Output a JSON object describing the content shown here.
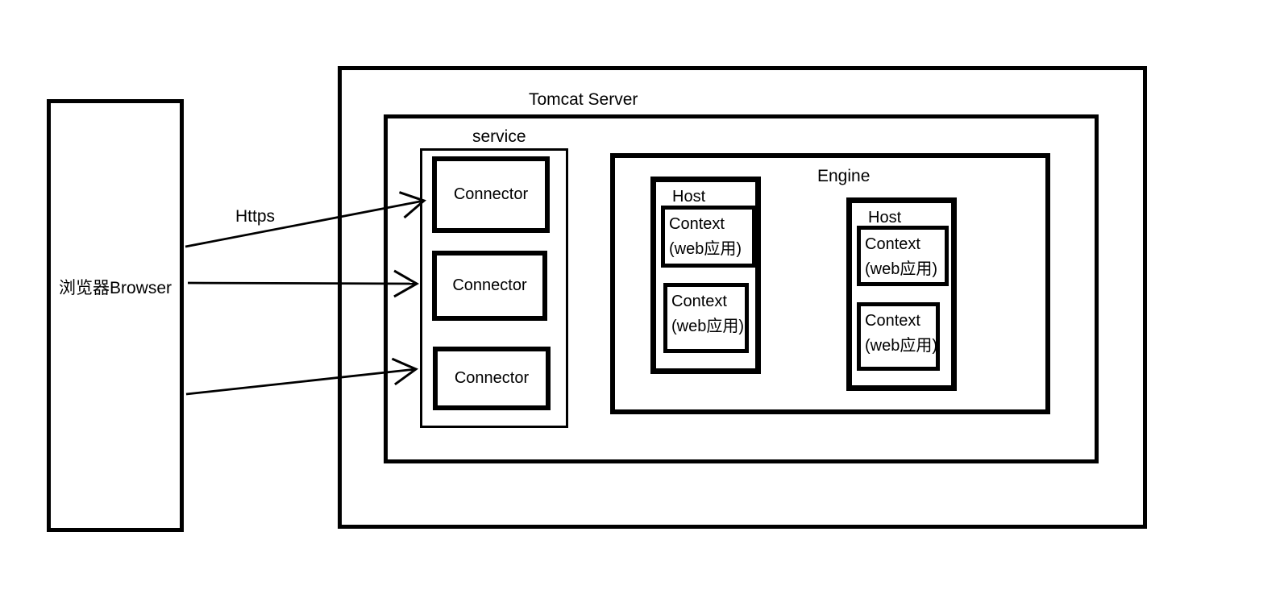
{
  "diagram": {
    "browser": {
      "label": "浏览器Browser"
    },
    "https_label": "Https",
    "tomcat": {
      "title": "Tomcat Server"
    },
    "service": {
      "label": "service",
      "connectors": [
        {
          "label": "Connector"
        },
        {
          "label": "Connector"
        },
        {
          "label": "Connector"
        }
      ]
    },
    "engine": {
      "label": "Engine",
      "hosts": [
        {
          "label": "Host",
          "contexts": [
            {
              "line1": "Context",
              "line2": "(web应用)"
            },
            {
              "line1": "Context",
              "line2": "(web应用)"
            }
          ]
        },
        {
          "label": "Host",
          "contexts": [
            {
              "line1": "Context",
              "line2": "(web应用)"
            },
            {
              "line1": "Context",
              "line2": "(web应用)"
            }
          ]
        }
      ]
    },
    "colors": {
      "line": "#000000",
      "background": "#ffffff"
    }
  }
}
